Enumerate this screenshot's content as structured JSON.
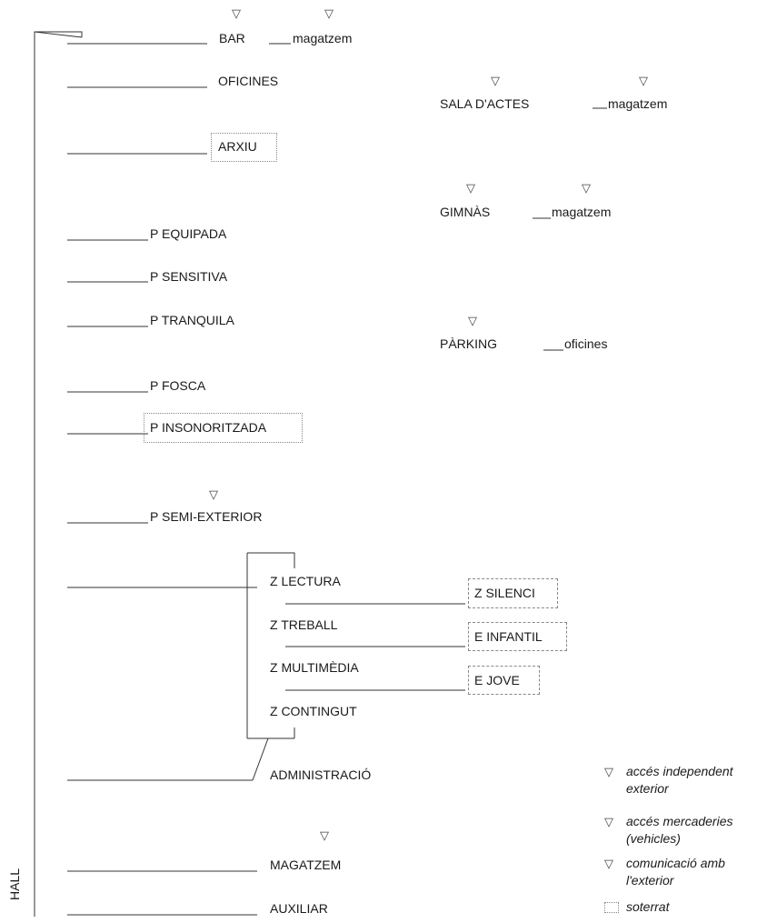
{
  "hall": "HALL",
  "left_items": {
    "bar": "BAR",
    "bar_magatzem": "magatzem",
    "oficines": "OFICINES",
    "arxiu": "ARXIU",
    "p_equipada": "P EQUIPADA",
    "p_sensitiva": "P SENSITIVA",
    "p_tranquila": "P TRANQUILA",
    "p_fosca": "P FOSCA",
    "p_insonoritzada": "P INSONORITZADA",
    "p_semi_exterior": "P SEMI-EXTERIOR",
    "administracio": "ADMINISTRACIÓ",
    "magatzem": "MAGATZEM",
    "auxiliar": "AUXILIAR"
  },
  "zones": {
    "z_lectura": "Z LECTURA",
    "z_treball": "Z TREBALL",
    "z_multimedia": "Z MULTIMÈDIA",
    "z_contingut": "Z CONTINGUT",
    "z_silenci": "Z SILENCI",
    "e_infantil": "E INFANTIL",
    "e_jove": "E JOVE"
  },
  "right_items": {
    "sala_actes": "SALA D'ACTES",
    "sala_magatzem": "magatzem",
    "gimnas": "GIMNÀS",
    "gimnas_magatzem": "magatzem",
    "parking": "PÀRKING",
    "parking_oficines": "oficines"
  },
  "legend": {
    "independent_1": "accés independent",
    "independent_2": "exterior",
    "mercaderies_1": "accés mercaderies",
    "mercaderies_2": "(vehicles)",
    "comunicacio_1": "comunicació amb",
    "comunicacio_2": "l'exterior",
    "soterrat": "soterrat"
  },
  "icons": {
    "independent": "triangle-down-solid-outline",
    "mercaderies": "triangle-down-dashed-outline",
    "comunicacio": "triangle-down-small-outline",
    "soterrat": "dotted-box"
  }
}
